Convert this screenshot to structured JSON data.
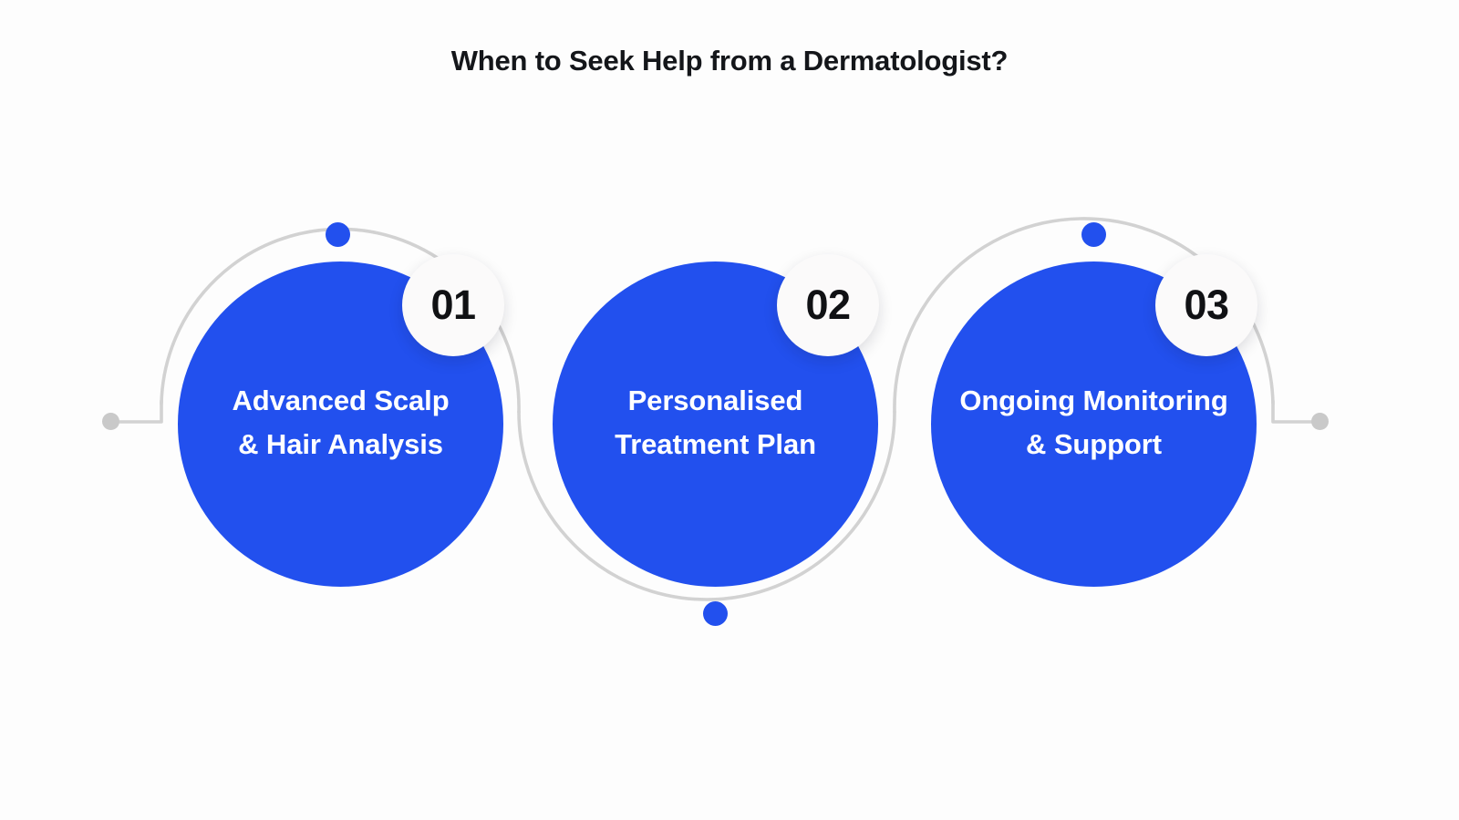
{
  "page": {
    "title": "When to Seek Help from a Dermatologist?",
    "background_color": "#fdfdfd",
    "accent_color": "#2250ee",
    "track_color": "#d2d2d2",
    "badge_color": "#fbfafa",
    "title_color": "#14161a",
    "label_color": "#ffffff"
  },
  "steps": [
    {
      "number": "01",
      "label": "Advanced Scalp\n& Hair Analysis",
      "label_line1": "Advanced Scalp",
      "label_line2": "& Hair Analysis",
      "node_dot_position": "top"
    },
    {
      "number": "02",
      "label": "Personalised\nTreatment Plan",
      "label_line1": "Personalised",
      "label_line2": "Treatment Plan",
      "node_dot_position": "bottom"
    },
    {
      "number": "03",
      "label": "Ongoing Monitoring\n& Support",
      "label_line1": "Ongoing Monitoring",
      "label_line2": "& Support",
      "node_dot_position": "top"
    }
  ],
  "connector": {
    "left_end_cap": "gray-dot",
    "right_end_cap": "gray-dot",
    "style": "s-curve-track"
  }
}
